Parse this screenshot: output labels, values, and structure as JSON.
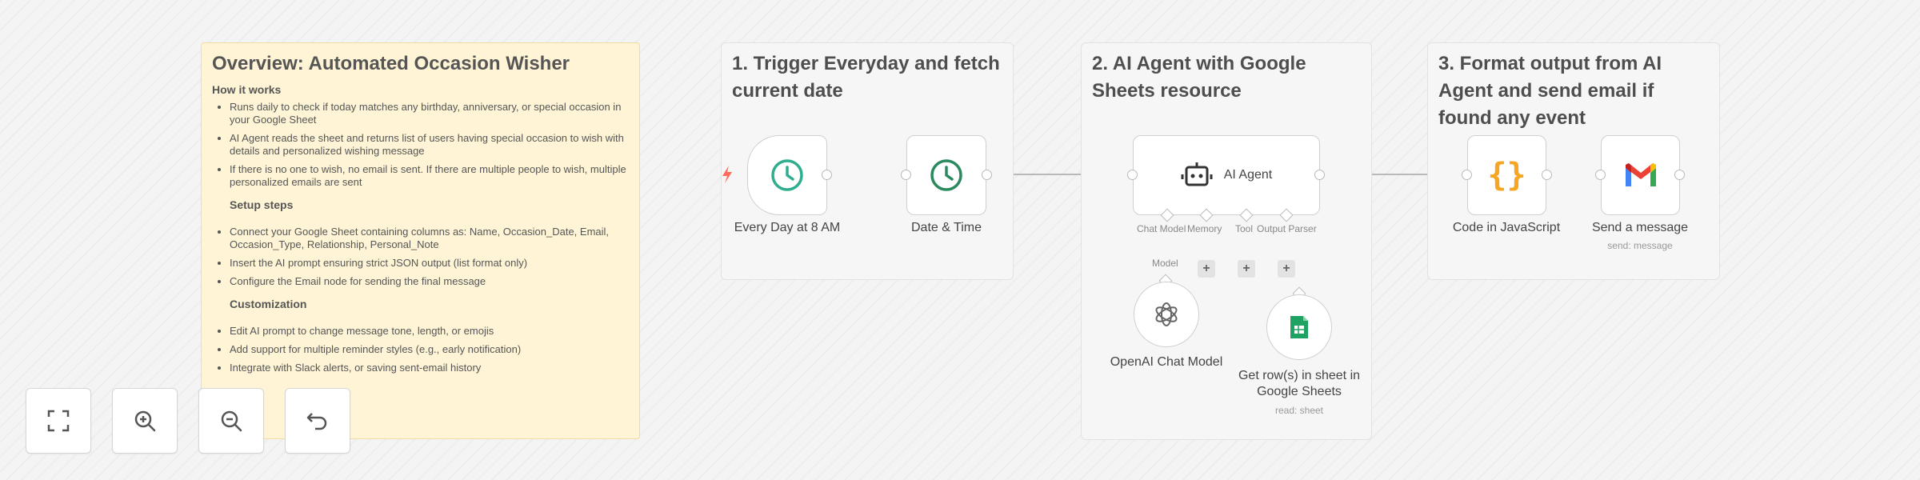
{
  "overview": {
    "title": "Overview: Automated Occasion Wisher",
    "how_heading": "How it works",
    "how_items": [
      "Runs daily to check if today matches any birthday, anniversary, or special occasion in your Google Sheet",
      "AI Agent reads the sheet and returns list of users having special occasion to wish with details and personalized wishing message",
      "If there is no one to wish, no email is sent. If there are multiple people to wish, multiple personalized emails are sent"
    ],
    "setup_heading": "Setup steps",
    "setup_items": [
      "Connect your Google Sheet containing columns as: Name, Occasion_Date, Email, Occasion_Type, Relationship, Personal_Note",
      "Insert the AI prompt ensuring strict JSON output (list format only)",
      "Configure the Email node for sending the final message"
    ],
    "custom_heading": "Customization",
    "custom_items": [
      "Edit AI prompt to change message tone, length, or emojis",
      "Add support for multiple reminder styles (e.g., early notification)",
      "Integrate with Slack alerts, or saving sent-email history"
    ]
  },
  "sections": {
    "trigger": "1. Trigger Everyday and fetch current date",
    "agent": "2. AI Agent with Google Sheets resource",
    "format": "3. Format output from AI Agent and send email if found any event"
  },
  "nodes": {
    "every_day": {
      "label": "Every Day at 8 AM",
      "icon": "clock-icon"
    },
    "date_time": {
      "label": "Date & Time",
      "icon": "clock-icon"
    },
    "ai_agent": {
      "label": "AI Agent",
      "icon": "robot-icon"
    },
    "openai": {
      "label": "OpenAI Chat Model",
      "icon": "openai-icon"
    },
    "sheets": {
      "label": "Get row(s) in sheet in Google Sheets",
      "sub": "read: sheet",
      "icon": "google-sheets-icon"
    },
    "code": {
      "label": "Code in JavaScript",
      "icon": "braces-icon"
    },
    "gmail": {
      "label": "Send a message",
      "sub": "send: message",
      "icon": "gmail-icon"
    }
  },
  "agent_ports": {
    "chat_model": "Chat Model",
    "memory": "Memory",
    "tool": "Tool",
    "output_parser": "Output Parser",
    "model_edge": "Model"
  },
  "controls": [
    "fit-view",
    "zoom-in",
    "zoom-out",
    "undo"
  ],
  "colors": {
    "clock": "#2fae8f",
    "note_bg": "#fff5d6",
    "braces": "#f5a623",
    "sheets": "#1ea362",
    "trigger_bolt": "#ff6d5a"
  }
}
